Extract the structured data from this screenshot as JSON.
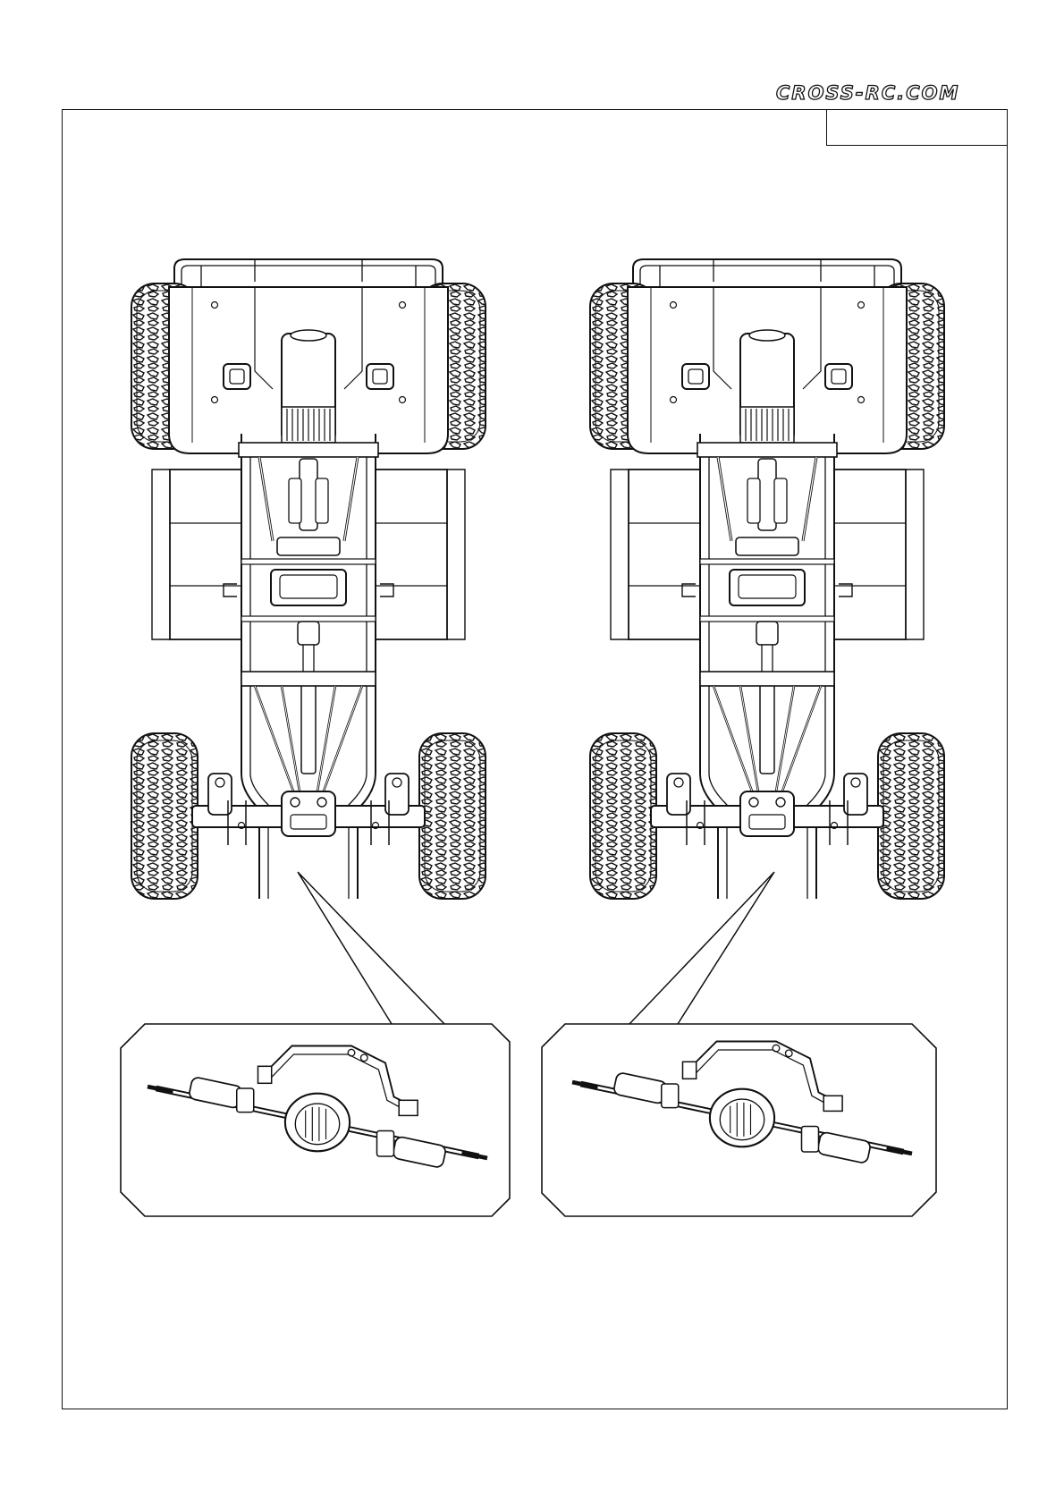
{
  "header": {
    "logo_text": "CROSS-RC.COM"
  },
  "step_box": {
    "label": ""
  },
  "figures": [
    {
      "name": "left-chassis-view",
      "detail": "rear-axle-mount-detail-left"
    },
    {
      "name": "right-chassis-view",
      "detail": "rear-axle-mount-detail-right"
    }
  ],
  "colors": {
    "line": "#111111",
    "background": "#ffffff"
  }
}
